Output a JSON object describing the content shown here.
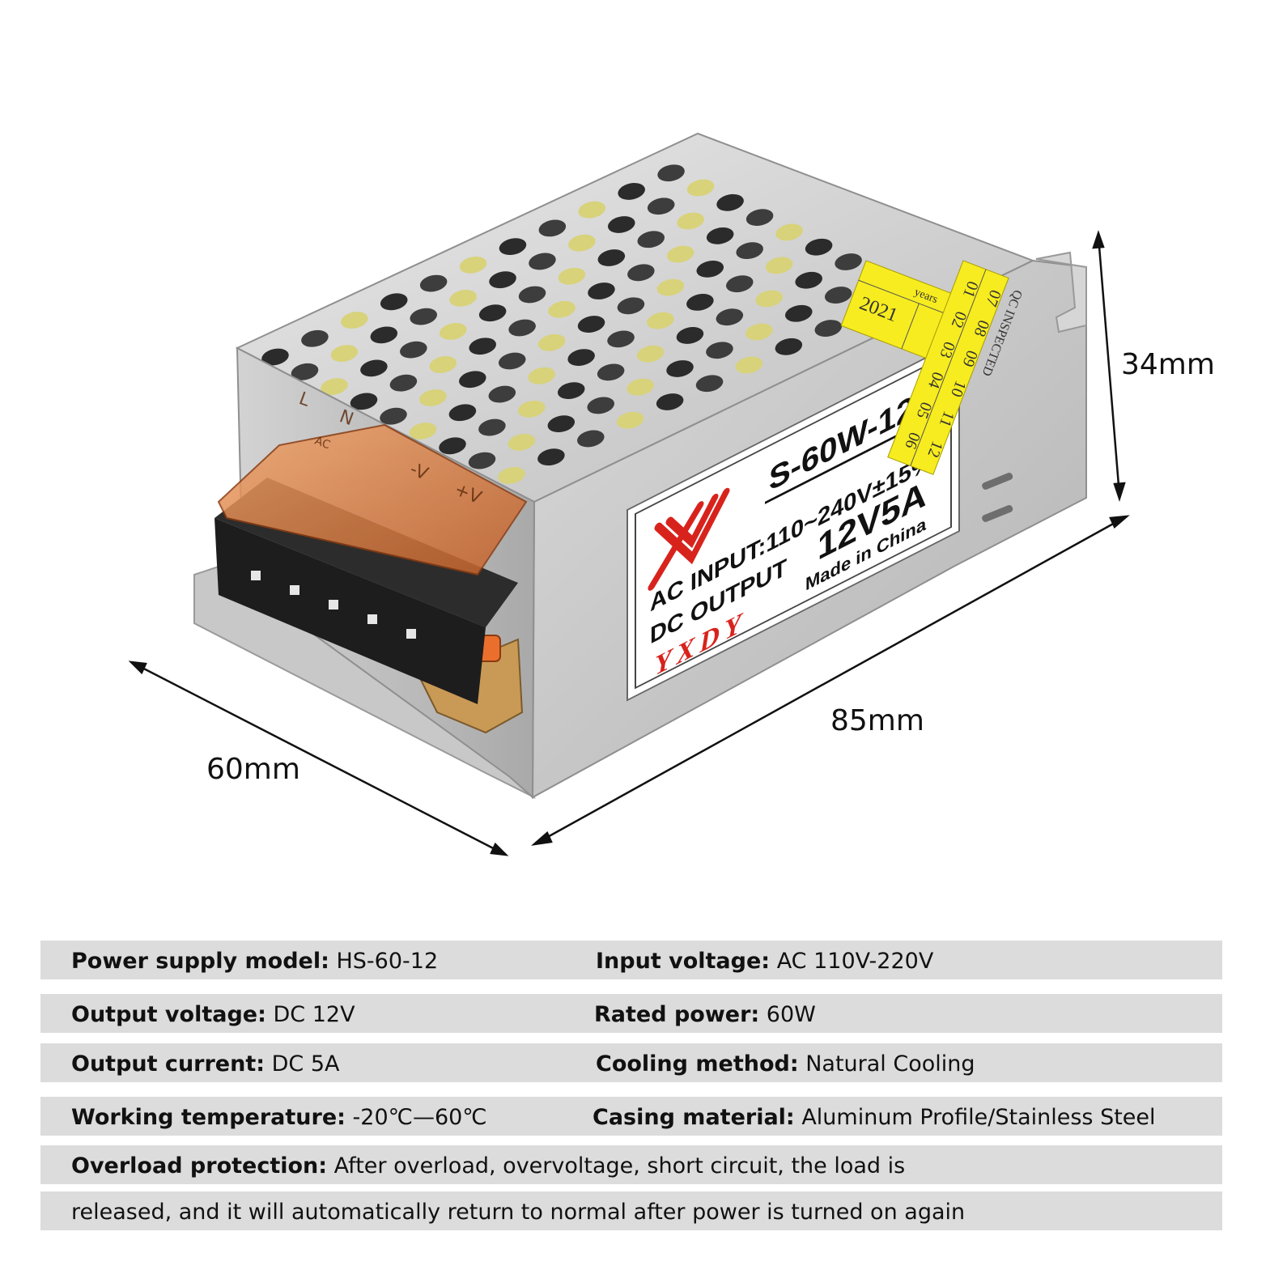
{
  "product": {
    "label": {
      "model": "S-60W-12",
      "ac_input": "AC INPUT:110~240V±15%",
      "dc_output": "DC  OUTPUT",
      "rating": "12V5A",
      "origin": "Made in China",
      "brand": "YXDY"
    },
    "qc_sticker": {
      "header": "years",
      "year": "2021",
      "qc_text": "QC INSPECTED",
      "months_top": [
        "01",
        "02",
        "03",
        "04",
        "05",
        "06"
      ],
      "months_bottom": [
        "07",
        "08",
        "09",
        "10",
        "11",
        "12"
      ]
    },
    "terminal_marks": [
      "L",
      "N",
      "AC",
      "-V",
      "+V"
    ],
    "colors": {
      "label_red": "#d8231d",
      "sticker_yellow": "#f7ec1f",
      "cover_amber": "#e07f3e",
      "terminal_black": "#1d1d1d",
      "metal": "#cfcfcf"
    }
  },
  "dimensions": {
    "height": "34mm",
    "length": "85mm",
    "width": "60mm"
  },
  "specs": [
    {
      "left": {
        "label": "Power supply model:",
        "value": "HS-60-12"
      },
      "right": {
        "label": "Input voltage:",
        "value": "AC 110V-220V"
      }
    },
    {
      "left": {
        "label": "Output voltage:",
        "value": "DC 12V"
      },
      "right": {
        "label": "Rated power:",
        "value": "60W"
      }
    },
    {
      "left": {
        "label": "Output current:",
        "value": "DC 5A"
      },
      "right": {
        "label": "Cooling method:",
        "value": "Natural Cooling"
      }
    },
    {
      "left": {
        "label": "Working temperature:",
        "value": "-20℃—60℃"
      },
      "right": {
        "label": "Casing material:",
        "value": "Aluminum Profile/Stainless Steel"
      }
    }
  ],
  "overload": {
    "label": "Overload protection:",
    "line1": "After overload, overvoltage, short circuit, the load is",
    "line2": "released, and it will automatically return to normal after power is turned on again"
  }
}
